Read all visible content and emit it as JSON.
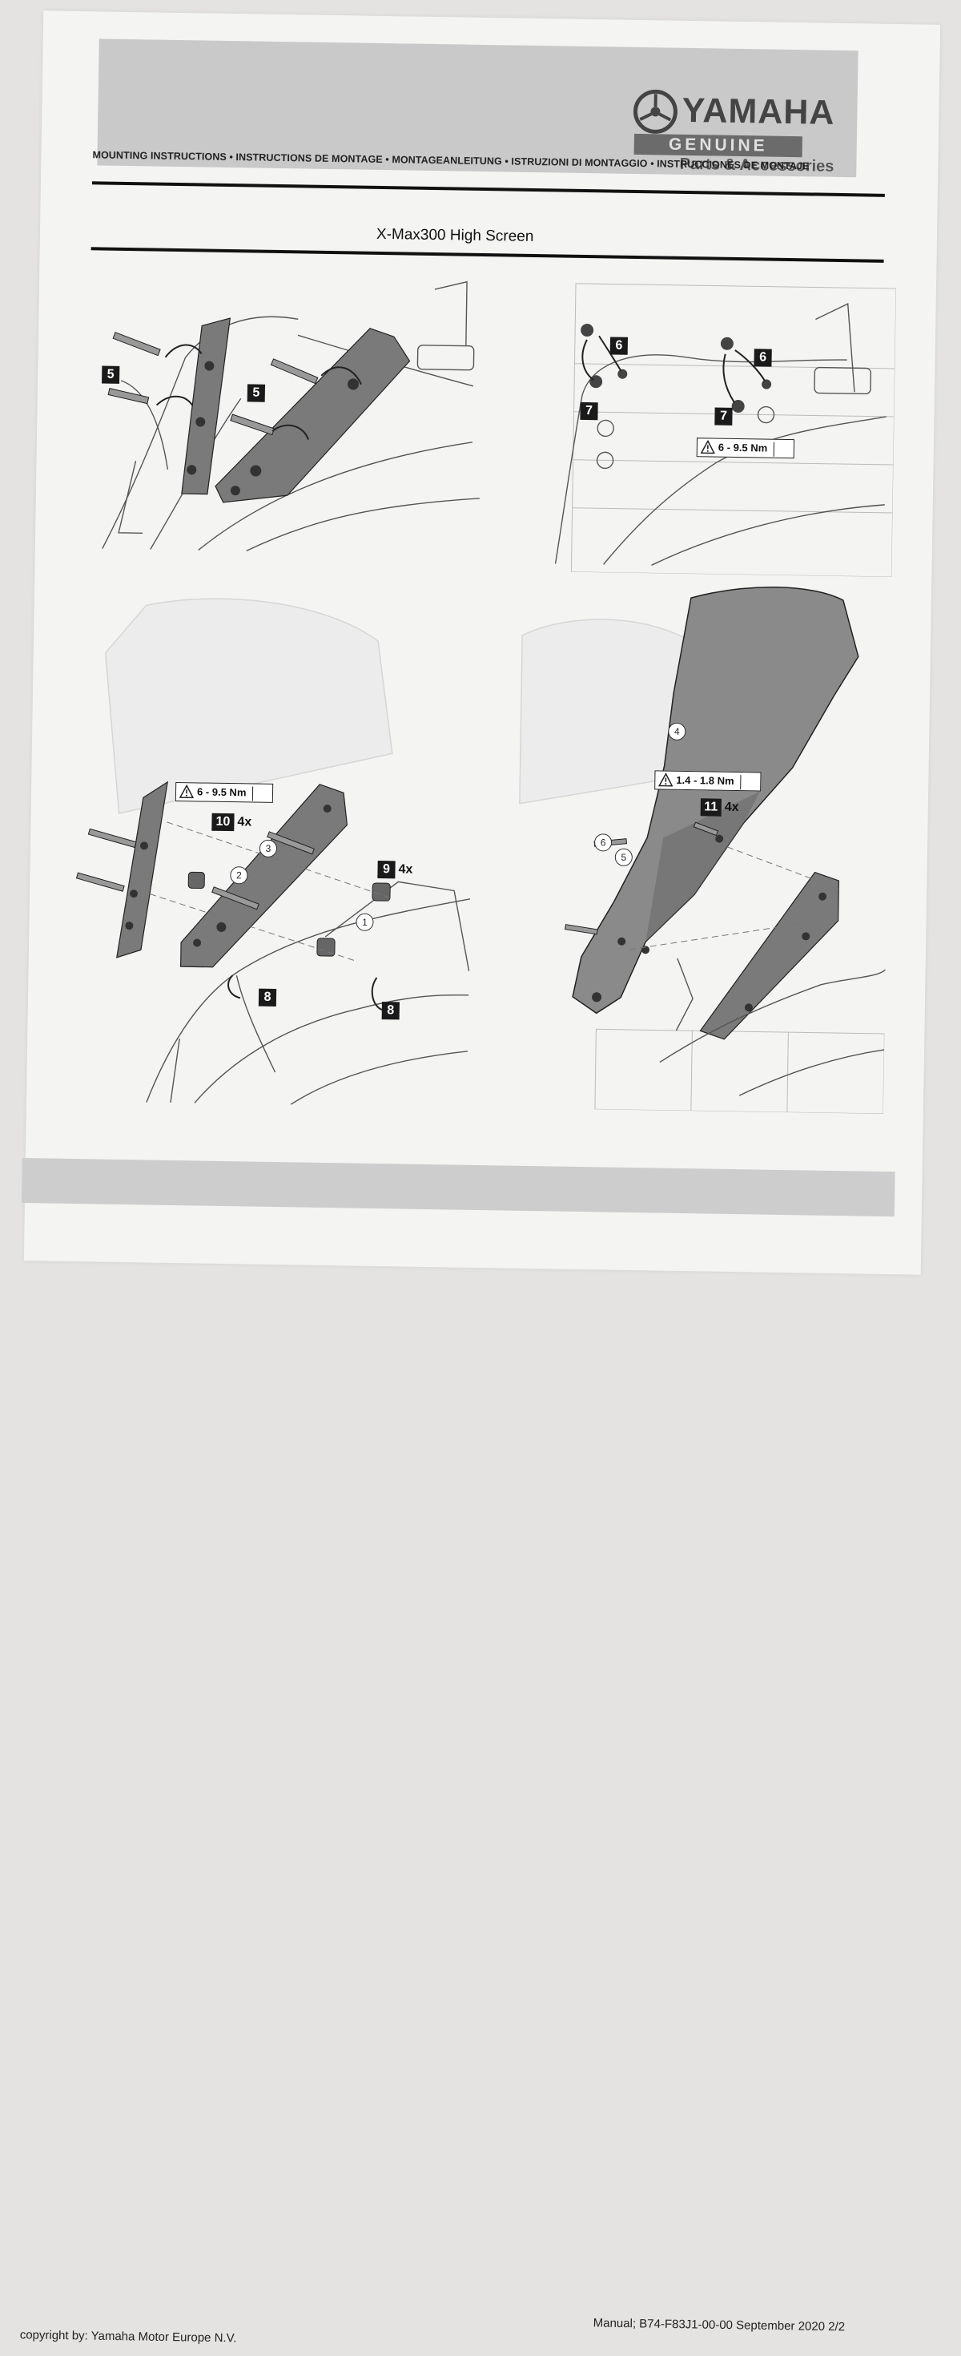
{
  "brand": {
    "name": "YAMAHA",
    "genuine": "GENUINE",
    "parts": "Parts & Accessories"
  },
  "header": {
    "mounting_line": "MOUNTING INSTRUCTIONS • INSTRUCTIONS DE MONTAGE • MONTAGEANLEITUNG • ISTRUZIONI DI MONTAGGIO • INSTRUCCIONES DE MONTAJE"
  },
  "title": "X-Max300 High Screen",
  "steps": {
    "step5_a": "5",
    "step5_b": "5",
    "step6_a": "6",
    "step6_b": "6",
    "step7_a": "7",
    "step7_b": "7",
    "torque_top": "6 - 9.5 Nm",
    "torque_left": "6 - 9.5 Nm",
    "step10": "10",
    "step10_qty": "4x",
    "step9": "9",
    "step9_qty": "4x",
    "step8_a": "8",
    "step8_b": "8",
    "torque_right": "1.4 - 1.8 Nm",
    "step11": "11",
    "step11_qty": "4x",
    "parts_left": [
      "1",
      "2",
      "3"
    ],
    "parts_right": [
      "4",
      "5",
      "6"
    ]
  },
  "footer": {
    "manual_ref": "Manual; B74-F83J1-00-00 September 2020 2/2",
    "copyright": "copyright by: Yamaha Motor Europe N.V."
  },
  "colors": {
    "banner": "#c9c9c9",
    "callout": "#1a1a1a",
    "paper": "#f4f4f3"
  }
}
